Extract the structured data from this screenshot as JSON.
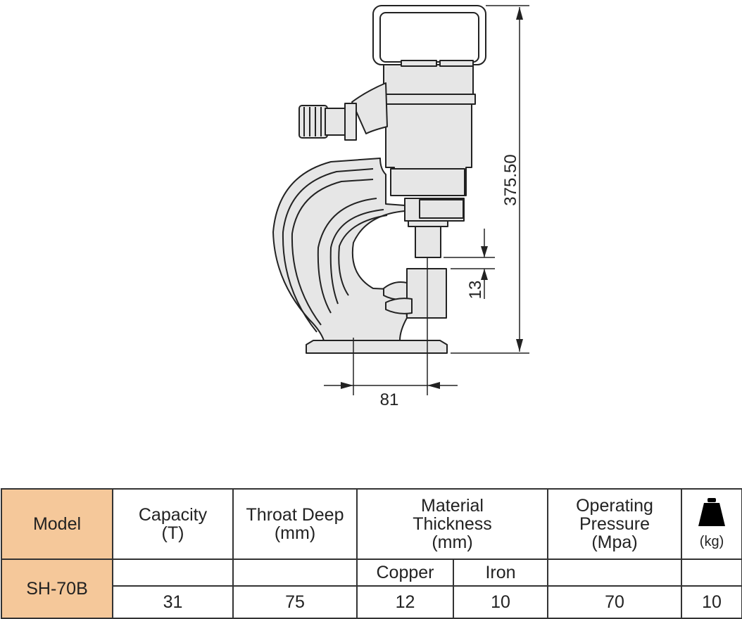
{
  "diagram": {
    "dim_height": "375.50",
    "dim_stroke": "13",
    "dim_throat": "81"
  },
  "icons": {
    "weight": "weight-icon"
  },
  "colors": {
    "model_fill": "#f5c89a",
    "body_fill": "#e6e6e6",
    "line": "#222222"
  },
  "table": {
    "model_header": "Model",
    "capacity_header": [
      "Capacity",
      "(T)"
    ],
    "throat_header": [
      "Throat Deep",
      "(mm)"
    ],
    "material_header": [
      "Material",
      "Thickness",
      "(mm)"
    ],
    "pressure_header": [
      "Operating",
      "Pressure",
      "(Mpa)"
    ],
    "weight_unit": "(kg)",
    "copper_label": "Copper",
    "iron_label": "Iron",
    "model_value": "SH-70B",
    "capacity_value": "31",
    "throat_value": "75",
    "copper_value": "12",
    "iron_value": "10",
    "pressure_value": "70",
    "weight_value": "10"
  }
}
